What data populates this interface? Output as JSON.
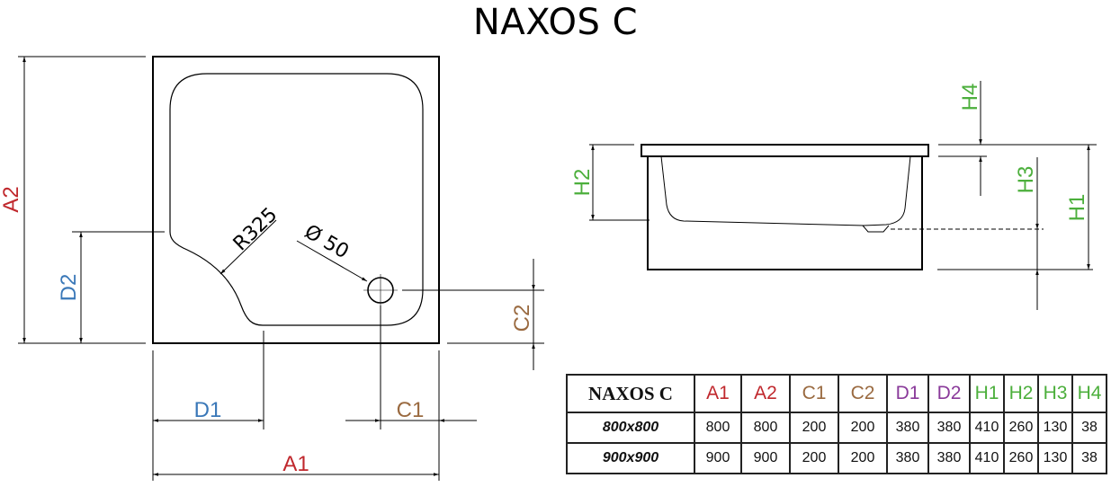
{
  "title": "NAXOS C",
  "colors": {
    "A": "#c0282d",
    "C": "#9a6a40",
    "D_drawing": "#3a78b8",
    "D_table": "#8a3a9a",
    "H": "#4caf3c",
    "line": "#000000"
  },
  "plan_view": {
    "labels": {
      "A1": "A1",
      "A2": "A2",
      "C1": "C1",
      "C2": "C2",
      "D1": "D1",
      "D2": "D2"
    },
    "radius_annotation": "R325",
    "drain_annotation": "Ø 50"
  },
  "side_view": {
    "labels": {
      "H1": "H1",
      "H2": "H2",
      "H3": "H3",
      "H4": "H4"
    }
  },
  "table": {
    "model_header": "NAXOS C",
    "columns": [
      "A1",
      "A2",
      "C1",
      "C2",
      "D1",
      "D2",
      "H1",
      "H2",
      "H3",
      "H4"
    ],
    "rows": [
      {
        "model": "800x800",
        "values": [
          "800",
          "800",
          "200",
          "200",
          "380",
          "380",
          "410",
          "260",
          "130",
          "38"
        ]
      },
      {
        "model": "900x900",
        "values": [
          "900",
          "900",
          "200",
          "200",
          "380",
          "380",
          "410",
          "260",
          "130",
          "38"
        ]
      }
    ]
  }
}
